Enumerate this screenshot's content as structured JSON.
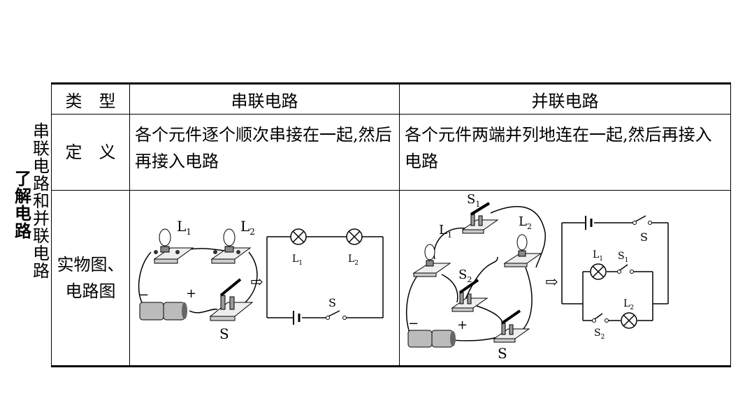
{
  "side_label_outer": [
    "了",
    "解",
    "电",
    "路"
  ],
  "side_label_inner": [
    "串",
    "联",
    "电",
    "路",
    "和",
    "并",
    "联",
    "电",
    "路"
  ],
  "header": {
    "type": "类　型",
    "series": "串联电路",
    "parallel": "并联电路"
  },
  "definition": {
    "label": "定　义",
    "series": "各个元件逐个顺次串接在一起,然后再接入电路",
    "parallel": "各个元件两端并列地连在一起,然后再接入电路"
  },
  "diagram_row": {
    "label_line1": "实物图、",
    "label_line2": "电路图"
  },
  "labels": {
    "L": "L",
    "S": "S",
    "sub1": "1",
    "sub2": "2",
    "minus": "−",
    "plus": "+",
    "arrow": "⇨"
  }
}
